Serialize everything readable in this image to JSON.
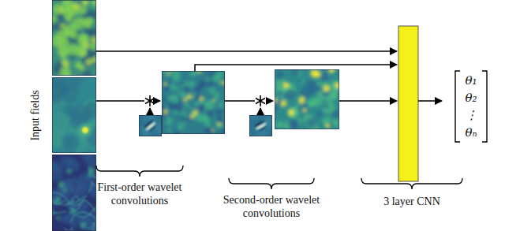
{
  "diagram": {
    "nodes": [
      {
        "text": [
          "θ₁",
          "θ₂",
          "⋮",
          "θₙ"
        ]
      }
    ],
    "labels": [
      "Input fields",
      "First-order wavelet convolutions",
      "Second-order wavelet convolutions",
      "3 layer CNN"
    ]
  }
}
